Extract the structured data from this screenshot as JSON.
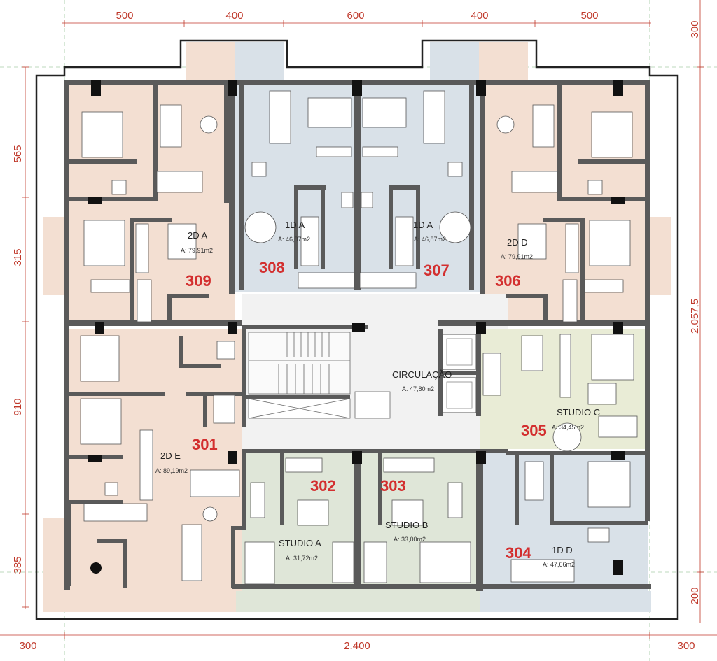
{
  "colors": {
    "peach": "#f3dfd2",
    "blue": "#d9e1e8",
    "green": "#dfe6d8",
    "yellow": "#e9ecd6",
    "circulation": "#f2f2f2",
    "wall": "#5a5a5a",
    "dimension": "#c0392b",
    "unit_number": "#d32f2f"
  },
  "dimensions": {
    "top": [
      "500",
      "400",
      "600",
      "400",
      "500"
    ],
    "top_right": "300",
    "left": [
      "565",
      "315",
      "910",
      "385"
    ],
    "right_total": "2.057,5",
    "right_bottom": "200",
    "bottom": [
      "300",
      "2.400",
      "300"
    ]
  },
  "units": [
    {
      "number": "309",
      "name": "2D A",
      "area": "A: 79,91m2"
    },
    {
      "number": "308",
      "name": "1D A",
      "area": "A: 46,87m2"
    },
    {
      "number": "307",
      "name": "1D A",
      "area": "A: 46,87m2"
    },
    {
      "number": "306",
      "name": "2D D",
      "area": "A: 79,91m2"
    },
    {
      "number": "305",
      "name": "STUDIO C",
      "area": "A: 34,45m2"
    },
    {
      "number": "304",
      "name": "1D D",
      "area": "A: 47,66m2"
    },
    {
      "number": "303",
      "name": "STUDIO B",
      "area": "A: 33,00m2"
    },
    {
      "number": "302",
      "name": "STUDIO A",
      "area": "A: 31,72m2"
    },
    {
      "number": "301",
      "name": "2D E",
      "area": "A: 89,19m2"
    }
  ],
  "circulation": {
    "name": "CIRCULAÇÃO",
    "area": "A: 47,80m2"
  }
}
